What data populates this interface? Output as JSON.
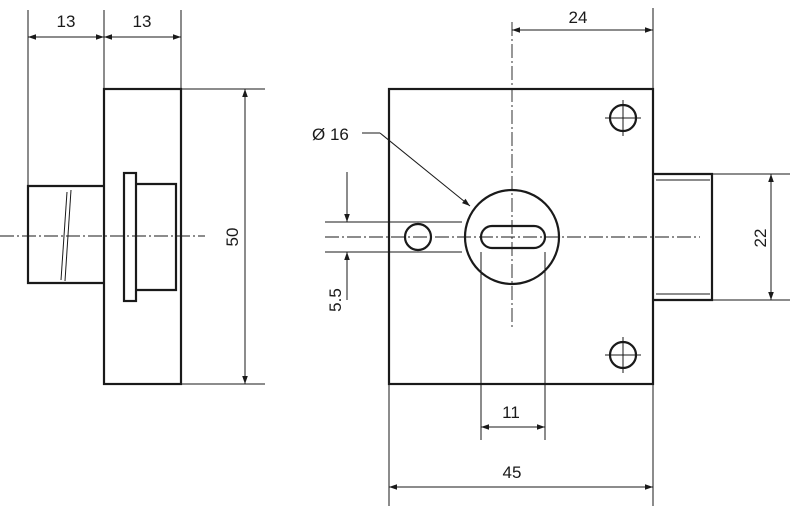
{
  "dimensions": {
    "side_left_width": "13",
    "side_right_width": "13",
    "height": "50",
    "offset_to_center": "24",
    "key_diameter": "Ø 16",
    "hole_offset": "5.5",
    "slot_width": "11",
    "bolt_height": "22",
    "total_width": "45"
  }
}
